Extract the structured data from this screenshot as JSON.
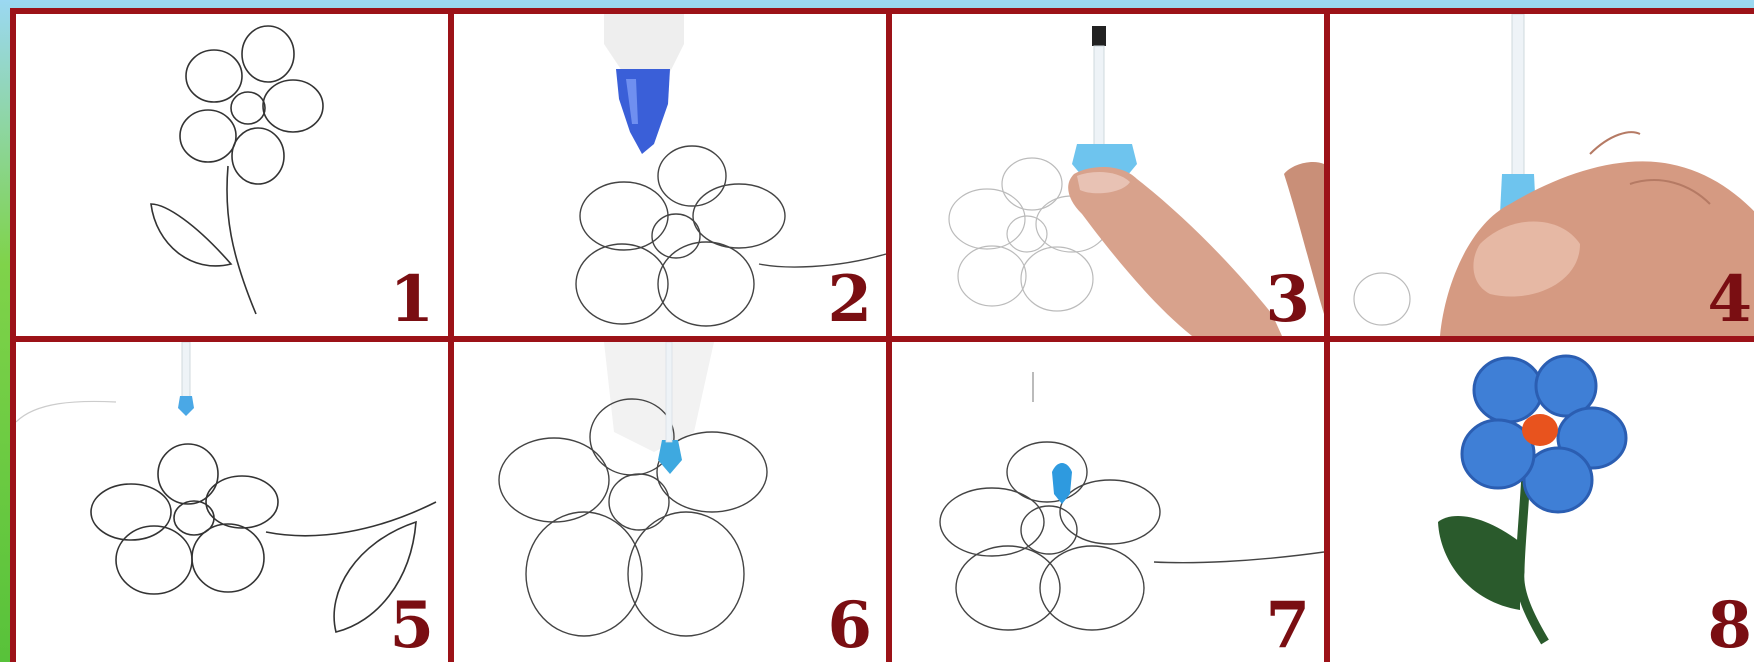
{
  "steps": [
    {
      "number": "1",
      "scene": "flower-outline-sketch"
    },
    {
      "number": "2",
      "scene": "pen-tip-over-outline"
    },
    {
      "number": "3",
      "scene": "finger-holding-pen-tip"
    },
    {
      "number": "4",
      "scene": "hand-holding-pen"
    },
    {
      "number": "5",
      "scene": "pen-over-flower-outline"
    },
    {
      "number": "6",
      "scene": "pen-tip-at-flower-center"
    },
    {
      "number": "7",
      "scene": "pen-tip-on-outline"
    },
    {
      "number": "8",
      "scene": "finished-blue-flower"
    }
  ],
  "colors": {
    "frame": "#9c1218",
    "number": "#7a0e12",
    "pen_blue": "#3a5fd8",
    "plastic_light_blue": "#6ec4ee",
    "petal_blue": "#3f7fd6",
    "center_orange": "#e8531e",
    "leaf_green": "#2a5a2c"
  }
}
